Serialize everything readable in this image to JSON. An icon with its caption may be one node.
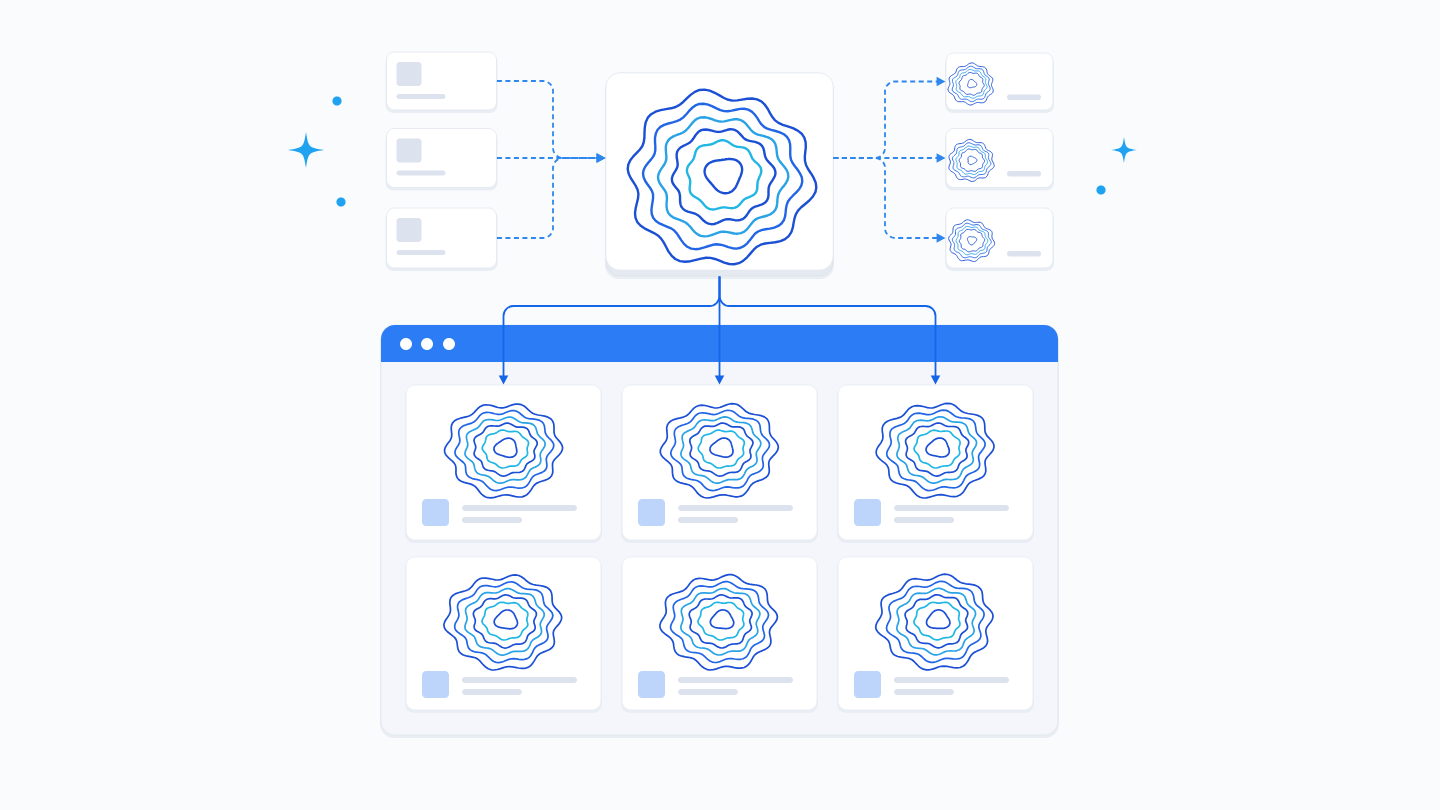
{
  "diagram": {
    "nodes": [
      {
        "text": [],
        "shape": "box"
      },
      {
        "text": [],
        "shape": "box"
      },
      {
        "text": [],
        "shape": "box"
      },
      {
        "text": [],
        "shape": "box"
      },
      {
        "text": [],
        "shape": "box"
      },
      {
        "text": [],
        "shape": "box"
      },
      {
        "text": [],
        "shape": "box"
      },
      {
        "text": [],
        "shape": "box"
      },
      {
        "text": [],
        "shape": "box",
        "in": 7
      },
      {
        "text": [],
        "shape": "box",
        "in": 7
      },
      {
        "text": [],
        "shape": "box",
        "in": 7
      },
      {
        "text": [],
        "shape": "box",
        "in": 7
      },
      {
        "text": [],
        "shape": "box",
        "in": 7
      },
      {
        "text": [],
        "shape": "box",
        "in": 7
      }
    ],
    "edges": [
      {
        "from": 0,
        "to": 3,
        "arrow": "to",
        "style": "dashed"
      },
      {
        "from": 1,
        "to": 3,
        "arrow": "to",
        "style": "dashed"
      },
      {
        "from": 2,
        "to": 3,
        "arrow": "to",
        "style": "dashed"
      },
      {
        "from": 3,
        "to": 4,
        "arrow": "to",
        "style": "dashed"
      },
      {
        "from": 3,
        "to": 5,
        "arrow": "to",
        "style": "dashed"
      },
      {
        "from": 3,
        "to": 6,
        "arrow": "to",
        "style": "dashed"
      },
      {
        "from": 3,
        "to": 8,
        "arrow": "to",
        "color": "#1565e8"
      },
      {
        "from": 3,
        "to": 9,
        "arrow": "to",
        "color": "#1565e8"
      },
      {
        "from": 3,
        "to": 10,
        "arrow": "to",
        "color": "#1565e8"
      }
    ]
  }
}
